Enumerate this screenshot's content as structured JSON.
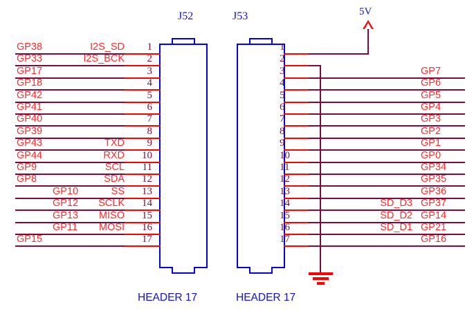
{
  "diagram": {
    "title_j52": "J52",
    "title_j53": "J53",
    "device_j52": "HEADER 17",
    "device_j53": "HEADER 17",
    "power_label": "5V"
  },
  "j52": {
    "refdes": "J52",
    "device": "HEADER 17",
    "pins": [
      {
        "num": "1",
        "left": "GP38",
        "func": "I2S_SD",
        "indented": false
      },
      {
        "num": "2",
        "left": "GP33",
        "func": "I2S_BCK",
        "indented": false
      },
      {
        "num": "3",
        "left": "GP17",
        "func": "",
        "indented": false
      },
      {
        "num": "4",
        "left": "GP18",
        "func": "",
        "indented": false
      },
      {
        "num": "5",
        "left": "GP42",
        "func": "",
        "indented": false
      },
      {
        "num": "6",
        "left": "GP41",
        "func": "",
        "indented": false
      },
      {
        "num": "7",
        "left": "GP40",
        "func": "",
        "indented": false
      },
      {
        "num": "8",
        "left": "GP39",
        "func": "",
        "indented": false
      },
      {
        "num": "9",
        "left": "GP43",
        "func": "TXD",
        "indented": false
      },
      {
        "num": "10",
        "left": "GP44",
        "func": "RXD",
        "indented": false
      },
      {
        "num": "11",
        "left": "GP9",
        "func": "SCL",
        "indented": false
      },
      {
        "num": "12",
        "left": "GP8",
        "func": "SDA",
        "indented": false
      },
      {
        "num": "13",
        "left": "GP10",
        "func": "SS",
        "indented": true
      },
      {
        "num": "14",
        "left": "GP12",
        "func": "SCLK",
        "indented": true
      },
      {
        "num": "15",
        "left": "GP13",
        "func": "MISO",
        "indented": true
      },
      {
        "num": "16",
        "left": "GP11",
        "func": "MOSI",
        "indented": true
      },
      {
        "num": "17",
        "left": "GP15",
        "func": "",
        "indented": false
      }
    ]
  },
  "j53": {
    "refdes": "J53",
    "device": "HEADER 17",
    "pins": [
      {
        "num": "1",
        "func": "",
        "right": ""
      },
      {
        "num": "2",
        "func": "",
        "right": ""
      },
      {
        "num": "3",
        "func": "",
        "right": "GP7"
      },
      {
        "num": "4",
        "func": "",
        "right": "GP6"
      },
      {
        "num": "5",
        "func": "",
        "right": "GP5"
      },
      {
        "num": "6",
        "func": "",
        "right": "GP4"
      },
      {
        "num": "7",
        "func": "",
        "right": "GP3"
      },
      {
        "num": "8",
        "func": "",
        "right": "GP2"
      },
      {
        "num": "9",
        "func": "",
        "right": "GP1"
      },
      {
        "num": "10",
        "func": "",
        "right": "GP0"
      },
      {
        "num": "11",
        "func": "",
        "right": "GP34"
      },
      {
        "num": "12",
        "func": "",
        "right": "GP35"
      },
      {
        "num": "13",
        "func": "",
        "right": "GP36"
      },
      {
        "num": "14",
        "func": "SD_D3",
        "right": "GP37"
      },
      {
        "num": "15",
        "func": "SD_D2",
        "right": "GP14"
      },
      {
        "num": "16",
        "func": "SD_D1",
        "right": "GP21"
      },
      {
        "num": "17",
        "func": "",
        "right": "GP16"
      }
    ]
  },
  "symbols": {
    "vcc": {
      "name": "5V",
      "net": "5V"
    },
    "gnd": {
      "name": "GND"
    }
  },
  "colors": {
    "wire": "#7b0a3c",
    "pin_stub": "#ff0000",
    "net_label": "#ff2a2a",
    "connector_outline": "#0000e6",
    "device_text": "#1414c8",
    "pin_number": "#7b0a3c",
    "background": "#ffffff"
  }
}
